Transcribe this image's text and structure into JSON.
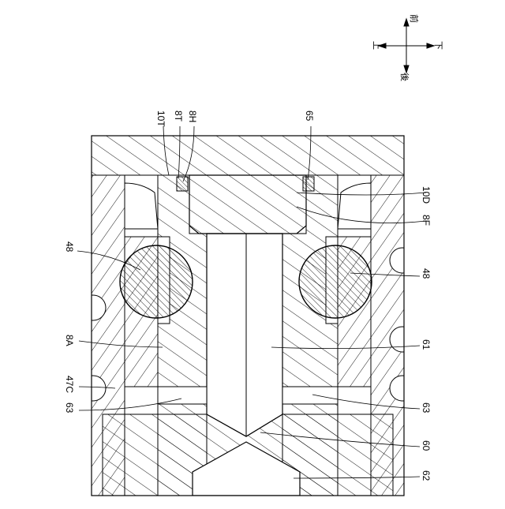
{
  "directions": {
    "front": "前",
    "rear": "後",
    "up": "上",
    "down": "下"
  },
  "labels": {
    "l_10T": "10T",
    "l_8T": "8T",
    "l_8H": "8H",
    "l_65": "65",
    "l_10D": "10D",
    "l_8F": "8F",
    "l_48_left": "48",
    "l_48_right": "48",
    "l_8A": "8A",
    "l_61": "61",
    "l_47C": "47C",
    "l_63_left": "63",
    "l_63_right": "63",
    "l_60": "60",
    "l_62": "62"
  },
  "colors": {
    "line": "#000000",
    "background": "#ffffff"
  }
}
